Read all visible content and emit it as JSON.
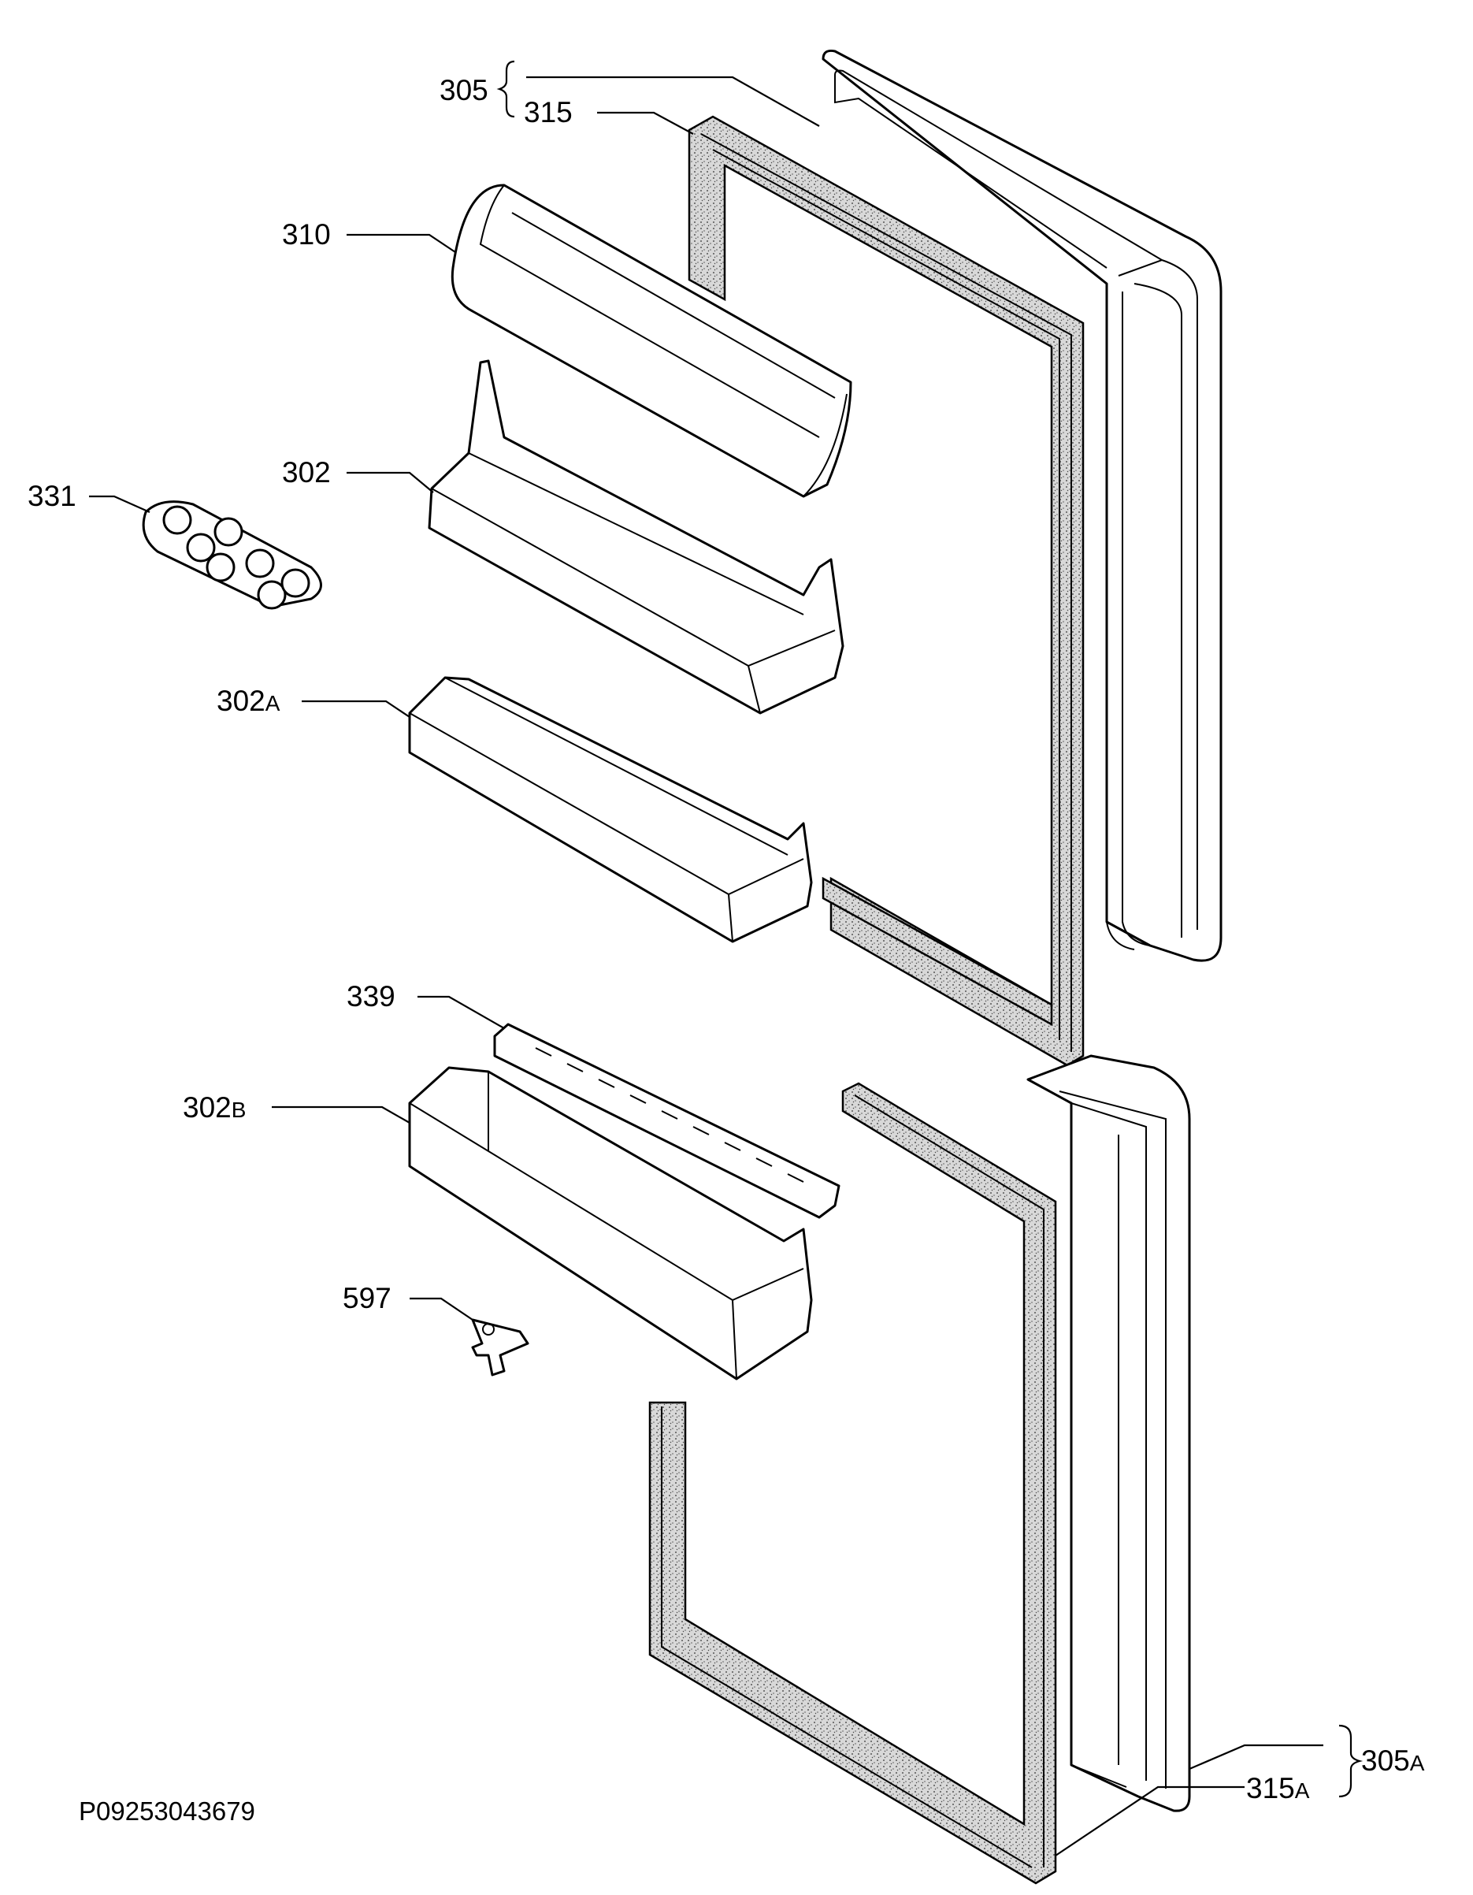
{
  "labels": {
    "l305": "305",
    "l315": "315",
    "l310": "310",
    "l302": "302",
    "l331": "331",
    "l302a_num": "302",
    "l302a_suf": "A",
    "l339": "339",
    "l302b_num": "302",
    "l302b_suf": "B",
    "l597": "597",
    "l305a_num": "305",
    "l305a_suf": "A",
    "l315a_num": "315",
    "l315a_suf": "A"
  },
  "diagram_code": "P09253043679"
}
